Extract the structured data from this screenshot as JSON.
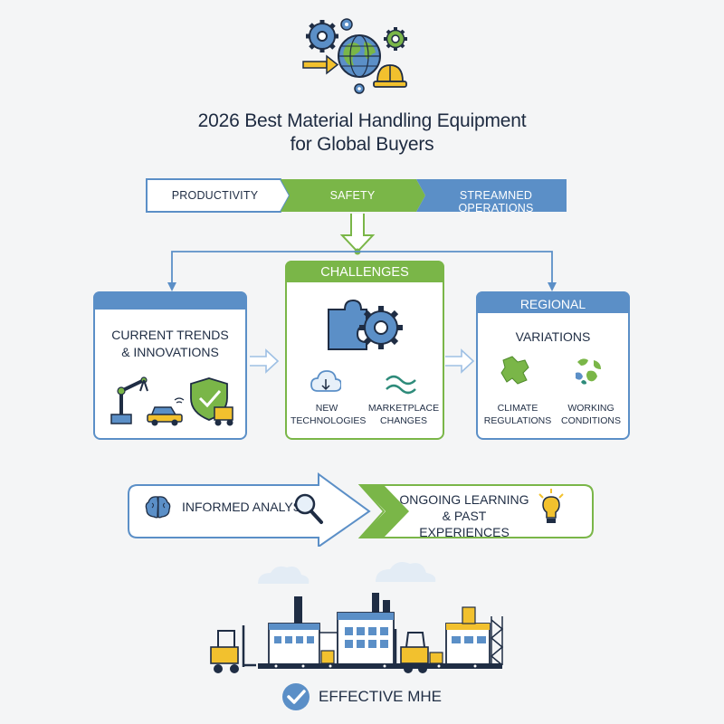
{
  "title": {
    "line1": "2026 Best Material Handling Equipment",
    "line2": "for Global Buyers"
  },
  "pillars": [
    {
      "label": "Productivity"
    },
    {
      "label": "Safety"
    },
    {
      "label": "Streamned Operations"
    }
  ],
  "cards": {
    "trends": {
      "title_line1": "Current Trends",
      "title_line2": "& Innovations"
    },
    "challenges": {
      "header": "Challenges",
      "items": [
        {
          "line1": "New",
          "line2": "Technologies"
        },
        {
          "line1": "Marketplace",
          "line2": "Changes"
        }
      ]
    },
    "regional": {
      "header": "Regional",
      "title": "Variations",
      "items": [
        {
          "line1": "Climate",
          "line2": "Regulations"
        },
        {
          "line1": "Working",
          "line2": "Conditions"
        }
      ]
    }
  },
  "process": {
    "analysis": "Informed Analysis",
    "learning_line1": "Ongoing Learning",
    "learning_line2": "& Past Experiences"
  },
  "result": {
    "label": "Effective MHE"
  },
  "colors": {
    "blue": "#5b8fc7",
    "green": "#7ab648",
    "navy": "#1f2d44",
    "yellow": "#f2c12e"
  },
  "icons": [
    "gear-icon",
    "globe-icon",
    "arrow-right-icon",
    "hard-hat-icon",
    "puzzle-gear-icon",
    "cloud-icon",
    "wave-icon",
    "robot-arm-icon",
    "car-icon",
    "shield-icon",
    "forklift-icon",
    "map-icon",
    "brain-icon",
    "magnifier-icon",
    "lightbulb-icon",
    "factory-icon",
    "check-circle-icon"
  ]
}
